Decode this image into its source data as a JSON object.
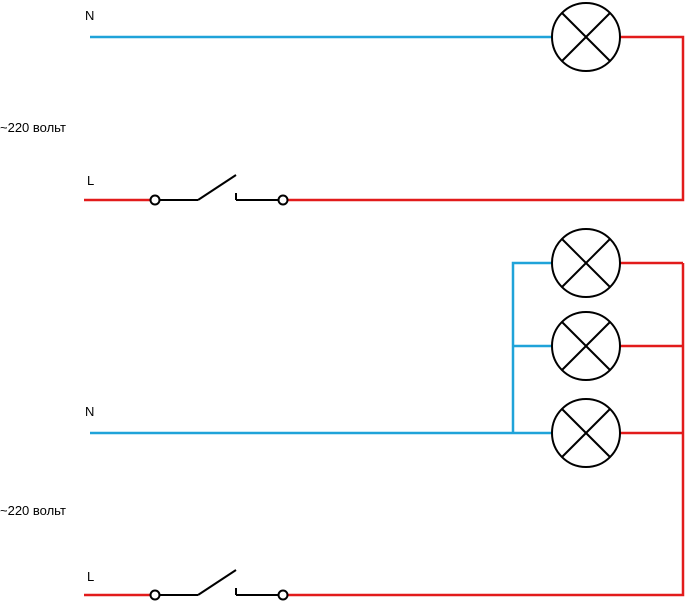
{
  "circuit_top": {
    "neutral_label": "N",
    "live_label": "L",
    "voltage_label": "~220 вольт",
    "lamp_count": 1
  },
  "circuit_bottom": {
    "neutral_label": "N",
    "live_label": "L",
    "voltage_label": "~220 вольт",
    "lamp_count": 3
  },
  "colors": {
    "neutral_wire": "#1fa3d9",
    "live_wire": "#e21b1b",
    "component": "#000000"
  }
}
